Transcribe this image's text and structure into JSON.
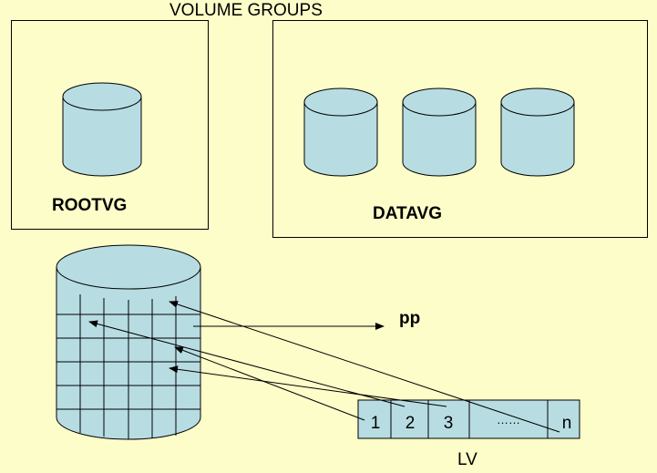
{
  "title": "VOLUME GROUPS",
  "groups": {
    "root": {
      "label": "ROOTVG",
      "disk_count": 1
    },
    "data": {
      "label": "DATAVG",
      "disk_count": 3
    }
  },
  "pp_label": "pp",
  "lv": {
    "label": "LV",
    "cells": [
      "1",
      "2",
      "3",
      "……",
      "n"
    ]
  },
  "colors": {
    "background": "#fdfdc9",
    "disk_fill": "#b7dde3",
    "stroke": "#000000"
  }
}
